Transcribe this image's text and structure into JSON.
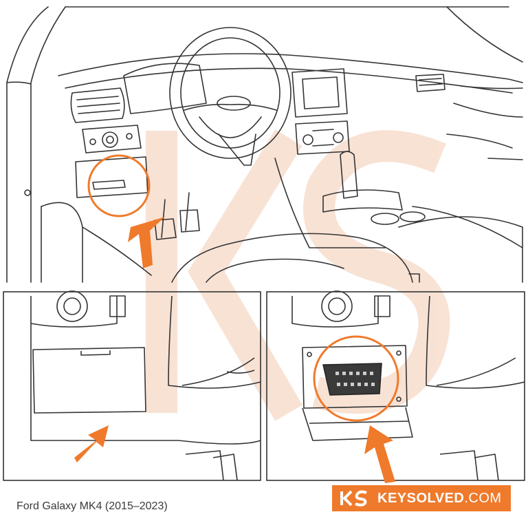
{
  "caption": "Ford Galaxy MK4 (2015–2023)",
  "brand": {
    "name": "KEYSOLVED",
    "tld": ".COM",
    "logo": "KS"
  },
  "colors": {
    "accent": "#ef7a2b",
    "line": "#333333",
    "watermark": "#f6d9c6"
  }
}
